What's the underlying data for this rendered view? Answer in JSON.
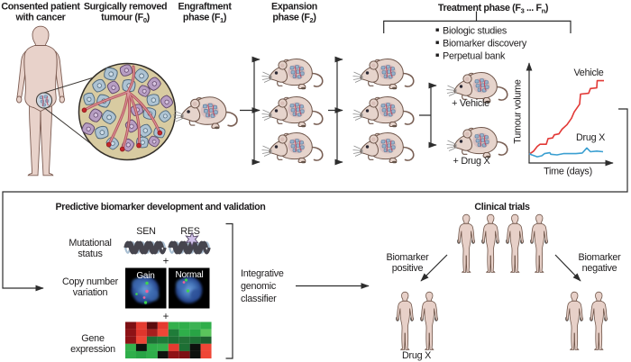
{
  "figure_title": "Patient-derived tumour xenograft workflow",
  "palette": {
    "text": "#1e1c1d",
    "line": "#2d2d2d",
    "vehicle_red": "#e23936",
    "drugx_blue": "#3a9fd1",
    "tumour_tan": "#d8cba1",
    "cell_blue": "#adc3d3",
    "cell_purple": "#b79ec3"
  },
  "top_labels": {
    "consented": {
      "l1": "Consented patient",
      "l2": "with cancer"
    },
    "surgical": {
      "l1": "Surgically removed",
      "l2a": "tumour (F",
      "l2sub": "0",
      "l2b": ")"
    },
    "engraftment": {
      "l1": "Engraftment",
      "l2a": "phase (F",
      "l2sub": "1",
      "l2b": ")"
    },
    "expansion": {
      "l1": "Expansion",
      "l2a": "phase (F",
      "l2sub": "2",
      "l2b": ")"
    },
    "treatment": {
      "a": "Treatment phase (F",
      "sub1": "3",
      "mid": " ... F",
      "sub2": "n",
      "b": ")"
    }
  },
  "treatment_bullets": [
    "Biologic studies",
    "Biomarker discovery",
    "Perpetual bank"
  ],
  "treatment_arms": {
    "vehicle": "+ Vehicle",
    "drugx": "+ Drug X"
  },
  "growth_chart": {
    "type": "line",
    "xlabel": "Time (days)",
    "ylabel": "Tumour volume",
    "x_range": [
      0,
      100
    ],
    "y_range": [
      0,
      100
    ],
    "axes_arrows": true,
    "series": [
      {
        "name": "Vehicle",
        "color": "#e23936",
        "points": [
          [
            0,
            7.5
          ],
          [
            5.9,
            10.5
          ],
          [
            10.6,
            15
          ],
          [
            14.1,
            17.1
          ],
          [
            22.4,
            17.1
          ],
          [
            24.7,
            22.5
          ],
          [
            30.6,
            23.1
          ],
          [
            32.9,
            26.1
          ],
          [
            38.8,
            27
          ],
          [
            42.9,
            31.5
          ],
          [
            49.4,
            35.9
          ],
          [
            55.3,
            42
          ],
          [
            58.8,
            48
          ],
          [
            65.9,
            55.4
          ],
          [
            67.1,
            65.1
          ],
          [
            77.6,
            65.9
          ],
          [
            80,
            70.4
          ],
          [
            88.2,
            71
          ],
          [
            88.8,
            77.9
          ],
          [
            97.6,
            77.9
          ]
        ]
      },
      {
        "name": "Drug X",
        "color": "#3a9fd1",
        "points": [
          [
            0,
            8.1
          ],
          [
            3.5,
            6.9
          ],
          [
            10.6,
            5.1
          ],
          [
            16.5,
            6
          ],
          [
            20,
            8.1
          ],
          [
            27.1,
            9
          ],
          [
            28.2,
            7.5
          ],
          [
            36.5,
            6.9
          ],
          [
            44.7,
            8.1
          ],
          [
            52.9,
            8.1
          ],
          [
            61.2,
            8.1
          ],
          [
            69.4,
            8.7
          ],
          [
            75.3,
            13.5
          ],
          [
            80,
            9.9
          ],
          [
            88.2,
            10.5
          ],
          [
            96.5,
            9.9
          ]
        ]
      }
    ]
  },
  "biomarker_panel": {
    "title": "Predictive biomarker development and validation",
    "mutational": {
      "l1": "Mutational",
      "l2": "status",
      "left_tag": "SEN",
      "right_tag": "RES"
    },
    "copy_number": {
      "l1": "Copy number",
      "l2": "variation",
      "left_tag": "Gain",
      "right_tag": "Normal"
    },
    "gene_expression": {
      "l1": "Gene",
      "l2": "expression"
    },
    "plus": "+",
    "classifier": {
      "l1": "Integrative",
      "l2": "genomic",
      "l3": "classifier"
    },
    "heatmap": {
      "type": "heatmap",
      "rows": 5,
      "cols": 8,
      "colors": [
        [
          "#7d1014",
          "#e43b30",
          "#5c0b0e",
          "#e43b30",
          "#33b04c",
          "#2fae4a",
          "#3bb353",
          "#2fae4a"
        ],
        [
          "#8e1216",
          "#e0352c",
          "#a81e1e",
          "#ef4636",
          "#1f7c39",
          "#2fae4a",
          "#28a445",
          "#5ac45c"
        ],
        [
          "#8e1216",
          "#ef4636",
          "#1d6f34",
          "#1f7c39",
          "#1d6f34",
          "#227036",
          "#1d6f34",
          "#1d5f2f"
        ],
        [
          "#35b04c",
          "#0e130e",
          "#2fae4a",
          "#35b04c",
          "#e43b30",
          "#1d6f34",
          "#0d110d",
          "#ef4636"
        ],
        [
          "#2fae4a",
          "#28a445",
          "#2fae4a",
          "#0e130e",
          "#8e1216",
          "#7d1014",
          "#0d110d",
          "#ef4636"
        ]
      ]
    }
  },
  "clinical": {
    "title": "Clinical trials",
    "positive": {
      "l1": "Biomarker",
      "l2": "positive"
    },
    "negative": {
      "l1": "Biomarker",
      "l2": "negative"
    },
    "drug_label": "Drug X"
  }
}
